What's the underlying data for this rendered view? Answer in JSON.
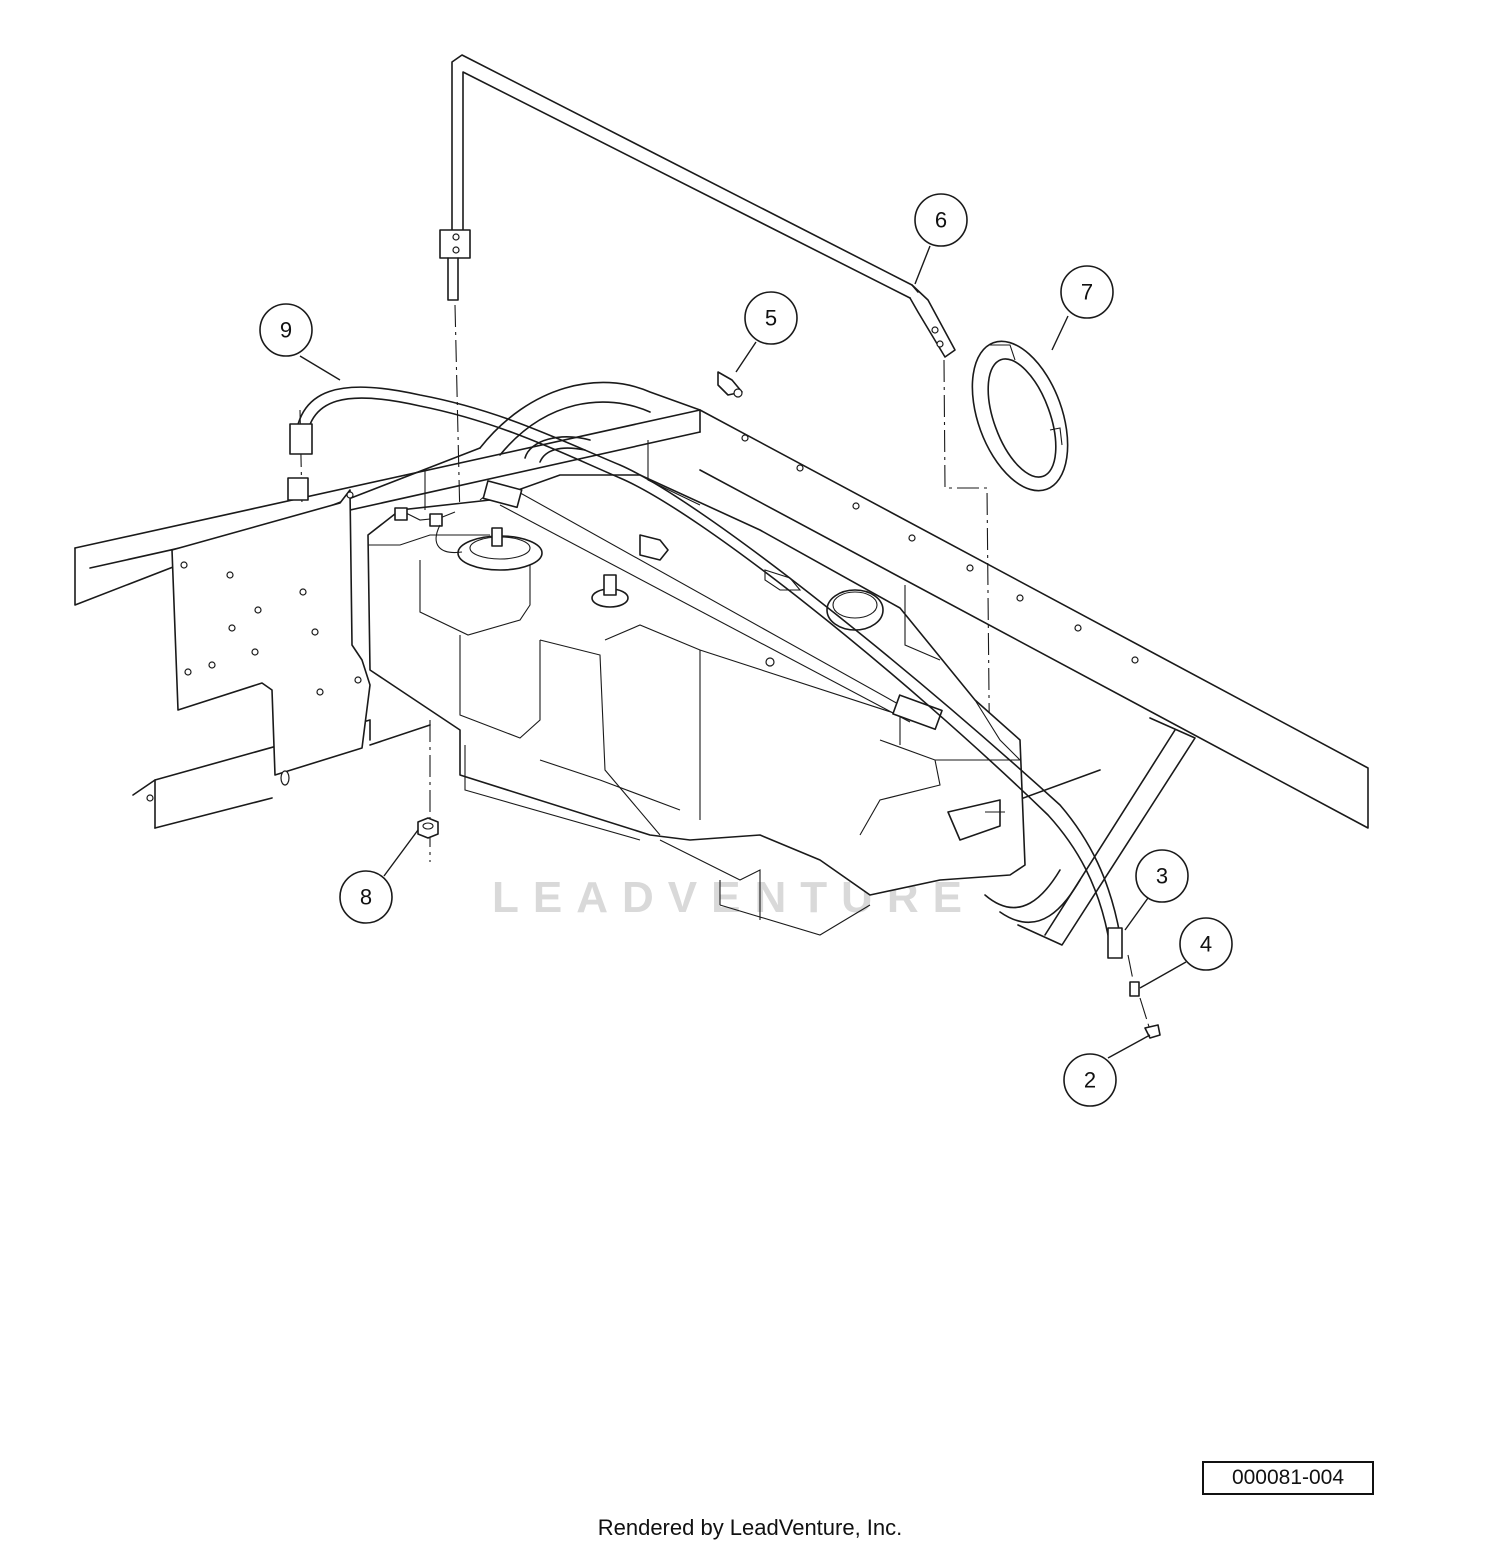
{
  "diagram": {
    "callouts": [
      {
        "id": "c2",
        "label": "2"
      },
      {
        "id": "c3",
        "label": "3"
      },
      {
        "id": "c4",
        "label": "4"
      },
      {
        "id": "c5",
        "label": "5"
      },
      {
        "id": "c6",
        "label": "6"
      },
      {
        "id": "c7",
        "label": "7"
      },
      {
        "id": "c8",
        "label": "8"
      },
      {
        "id": "c9",
        "label": "9"
      }
    ],
    "watermark_text": "LEADVENTURE",
    "reference_number": "000081-004",
    "footer_text": "Rendered by LeadVenture, Inc."
  }
}
